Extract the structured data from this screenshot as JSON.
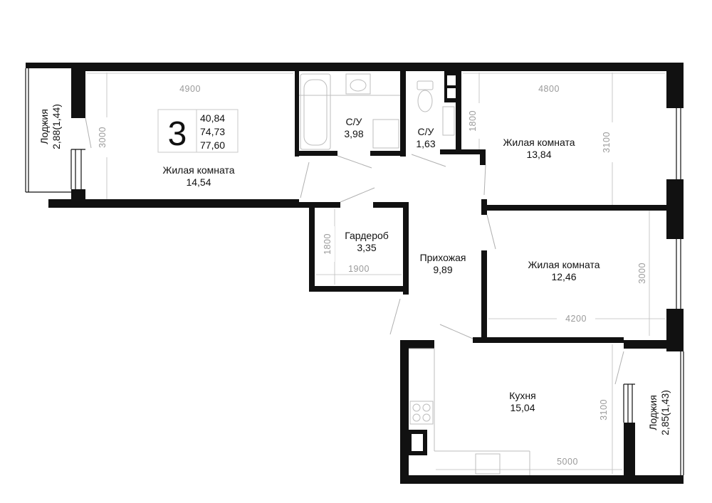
{
  "badge": {
    "rooms": "3",
    "values": [
      "40,84",
      "74,73",
      "77,60"
    ]
  },
  "rooms": {
    "living1": {
      "name": "Жилая комната",
      "area": "14,54"
    },
    "bath": {
      "name": "С/У",
      "area": "3,98"
    },
    "wc": {
      "name": "С/У",
      "area": "1,63"
    },
    "living2": {
      "name": "Жилая комната",
      "area": "13,84"
    },
    "wardrobe": {
      "name": "Гардероб",
      "area": "3,35"
    },
    "hall": {
      "name": "Прихожая",
      "area": "9,89"
    },
    "living3": {
      "name": "Жилая комната",
      "area": "12,46"
    },
    "kitchen": {
      "name": "Кухня",
      "area": "15,04"
    },
    "loggia1": {
      "name": "Лоджия",
      "area": "2,88(1,44)"
    },
    "loggia2": {
      "name": "Лоджия",
      "area": "2,85(1,43)"
    }
  },
  "dimensions": {
    "living1_w": "4900",
    "living1_h": "3000",
    "living2_w": "4800",
    "living2_h": "3100",
    "wc_h": "1800",
    "wardrobe_w": "1900",
    "wardrobe_h": "1800",
    "living3_w": "4200",
    "living3_h": "3000",
    "kitchen_w": "5000",
    "kitchen_h": "3100"
  },
  "colors": {
    "wall": "#111111",
    "dimension": "#9a9a9a",
    "fixture": "#bdbdbd"
  }
}
